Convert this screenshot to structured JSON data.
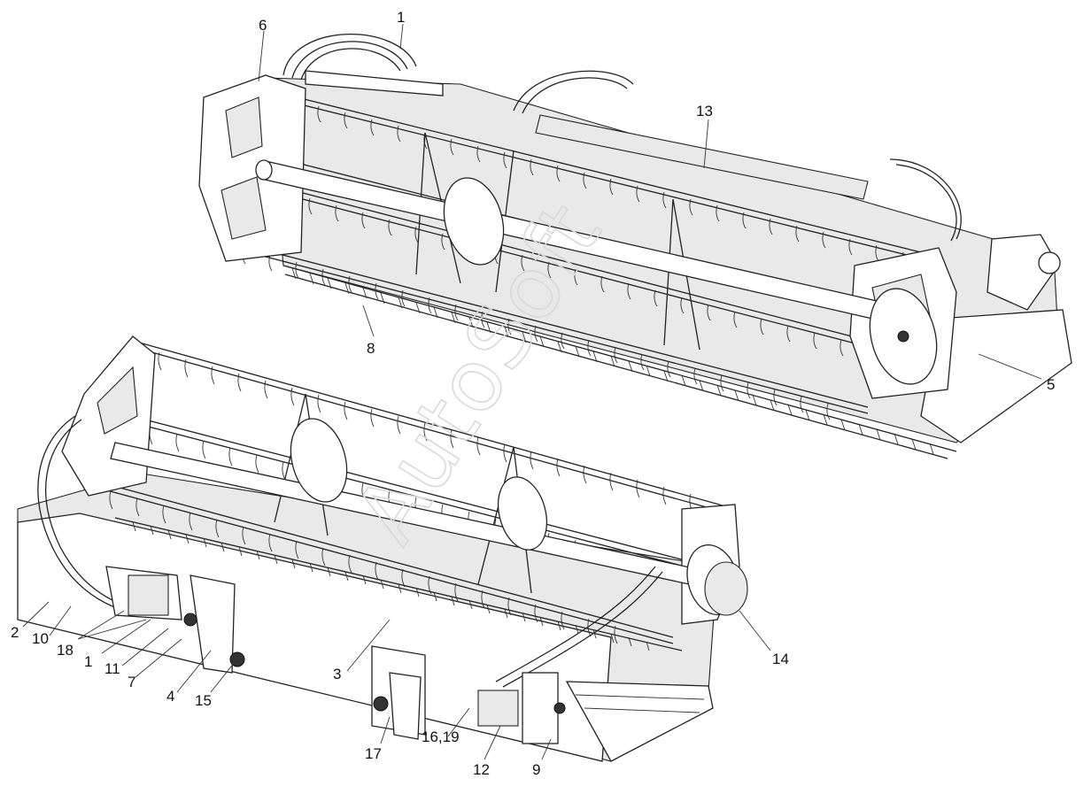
{
  "watermark": "AutoSoft",
  "callouts": {
    "c1_top": "1",
    "c6": "6",
    "c13": "13",
    "c8": "8",
    "c5": "5",
    "c2": "2",
    "c10": "10",
    "c18": "18",
    "c1_bottom": "1",
    "c11": "11",
    "c7": "7",
    "c4": "4",
    "c15": "15",
    "c3": "3",
    "c14": "14",
    "c17": "17",
    "c16_19": "16,19",
    "c12": "12",
    "c9": "9"
  }
}
